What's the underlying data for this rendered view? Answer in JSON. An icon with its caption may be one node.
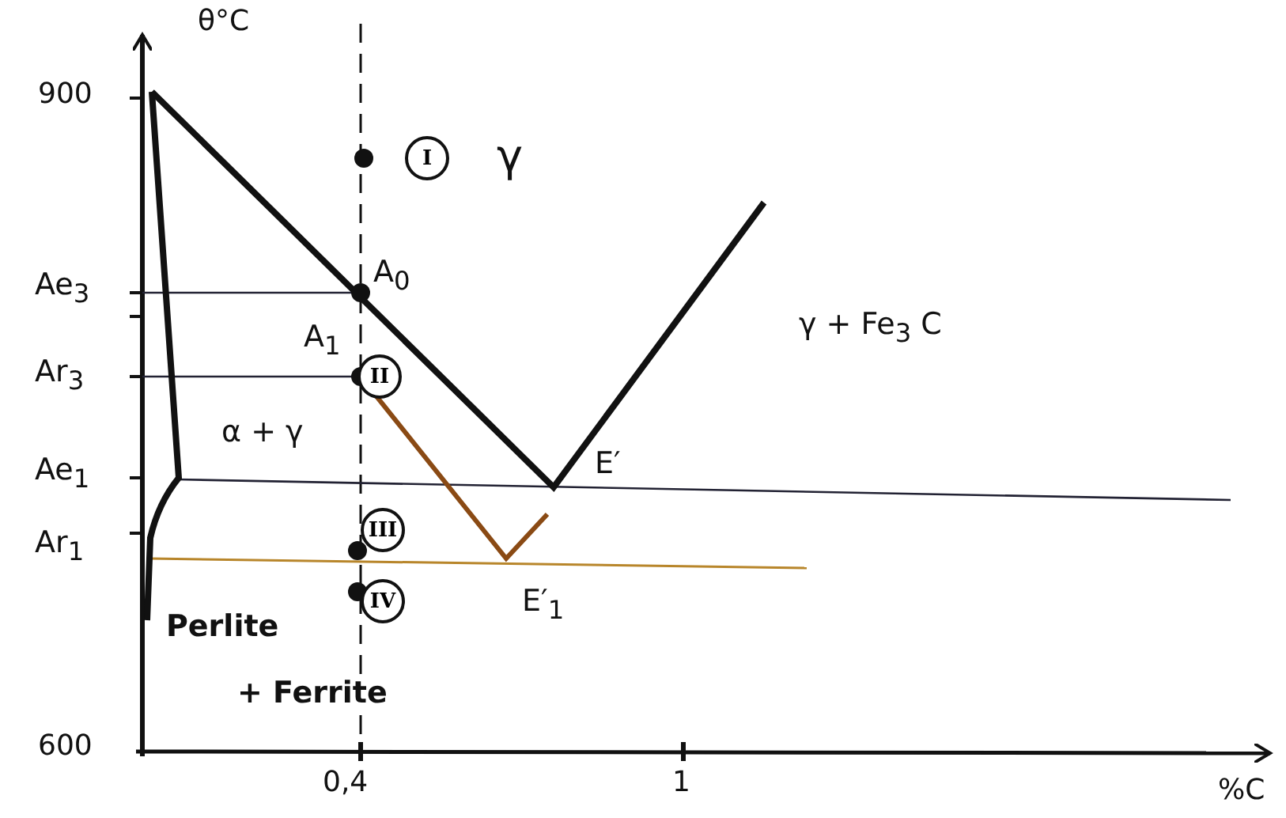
{
  "diagram": {
    "nodes": [
      {
        "text": [
          "I"
        ]
      },
      {
        "text": [
          "II"
        ]
      },
      {
        "text": [
          "III"
        ]
      },
      {
        "text": [
          "IV"
        ]
      }
    ],
    "labels": [
      "θ°C",
      "900",
      "γ",
      "A$_{0}$",
      "Ae$_{3}$",
      "A$_{1}$",
      "γ + Fe$_{3}$ C",
      "Ar$_{3}$",
      "α + γ",
      "Ae$_{1}$",
      "E′",
      "Ar$_{1}$",
      "E′$_{1}$",
      "Perlite",
      "+ Ferrite",
      "600",
      "0,4",
      "1",
      "%C"
    ]
  }
}
